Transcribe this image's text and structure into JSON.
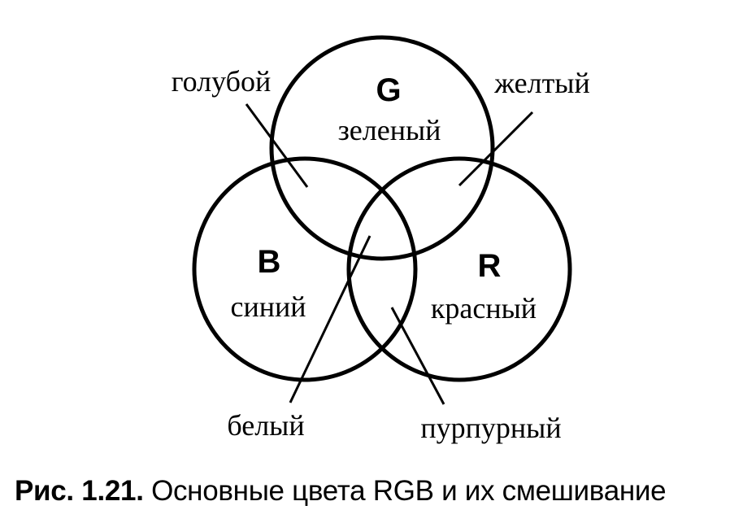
{
  "diagram": {
    "circles": {
      "green": {
        "letter": "G",
        "label": "зеленый"
      },
      "blue": {
        "letter": "B",
        "label": "синий"
      },
      "red": {
        "letter": "R",
        "label": "красный"
      }
    },
    "mixes": {
      "cyan": "голубой",
      "yellow": "желтый",
      "white": "белый",
      "magenta": "пурпурный"
    }
  },
  "caption": {
    "number": "Рис. 1.21.",
    "text": "Основные цвета RGB и их смешивание"
  }
}
